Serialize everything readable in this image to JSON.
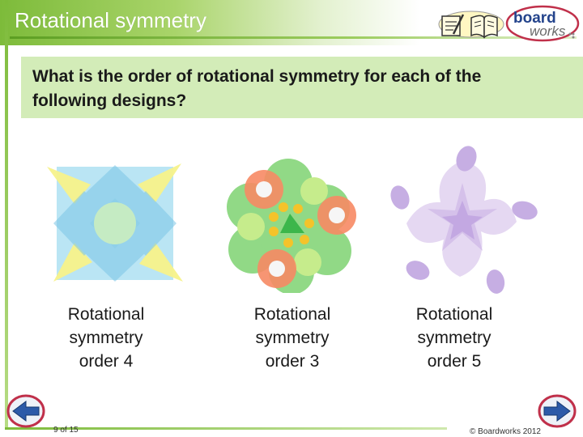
{
  "header": {
    "title": "Rotational symmetry",
    "logo_line1": "board",
    "logo_line2": "works"
  },
  "question": {
    "text": "What is the order of rotational symmetry for each of the following designs?"
  },
  "designs": [
    {
      "icon": "square-star-design",
      "caption": [
        "Rotational",
        "symmetry",
        "order 4"
      ],
      "order": 4
    },
    {
      "icon": "flower-rings-design",
      "caption": [
        "Rotational",
        "symmetry",
        "order 3"
      ],
      "order": 3
    },
    {
      "icon": "lilac-pinwheel-design",
      "caption": [
        "Rotational",
        "symmetry",
        "order 5"
      ],
      "order": 5
    }
  ],
  "footer": {
    "page": "9 of 15",
    "copyright": "© Boardworks 2012"
  },
  "navigation": {
    "prev_icon": "arrow-left-icon",
    "next_icon": "arrow-right-icon"
  },
  "colors": {
    "brand_green": "#7dbb3a",
    "question_bg": "#d3ecb8",
    "nav_blue": "#2c5aa8",
    "nav_ring": "#c0304a"
  }
}
